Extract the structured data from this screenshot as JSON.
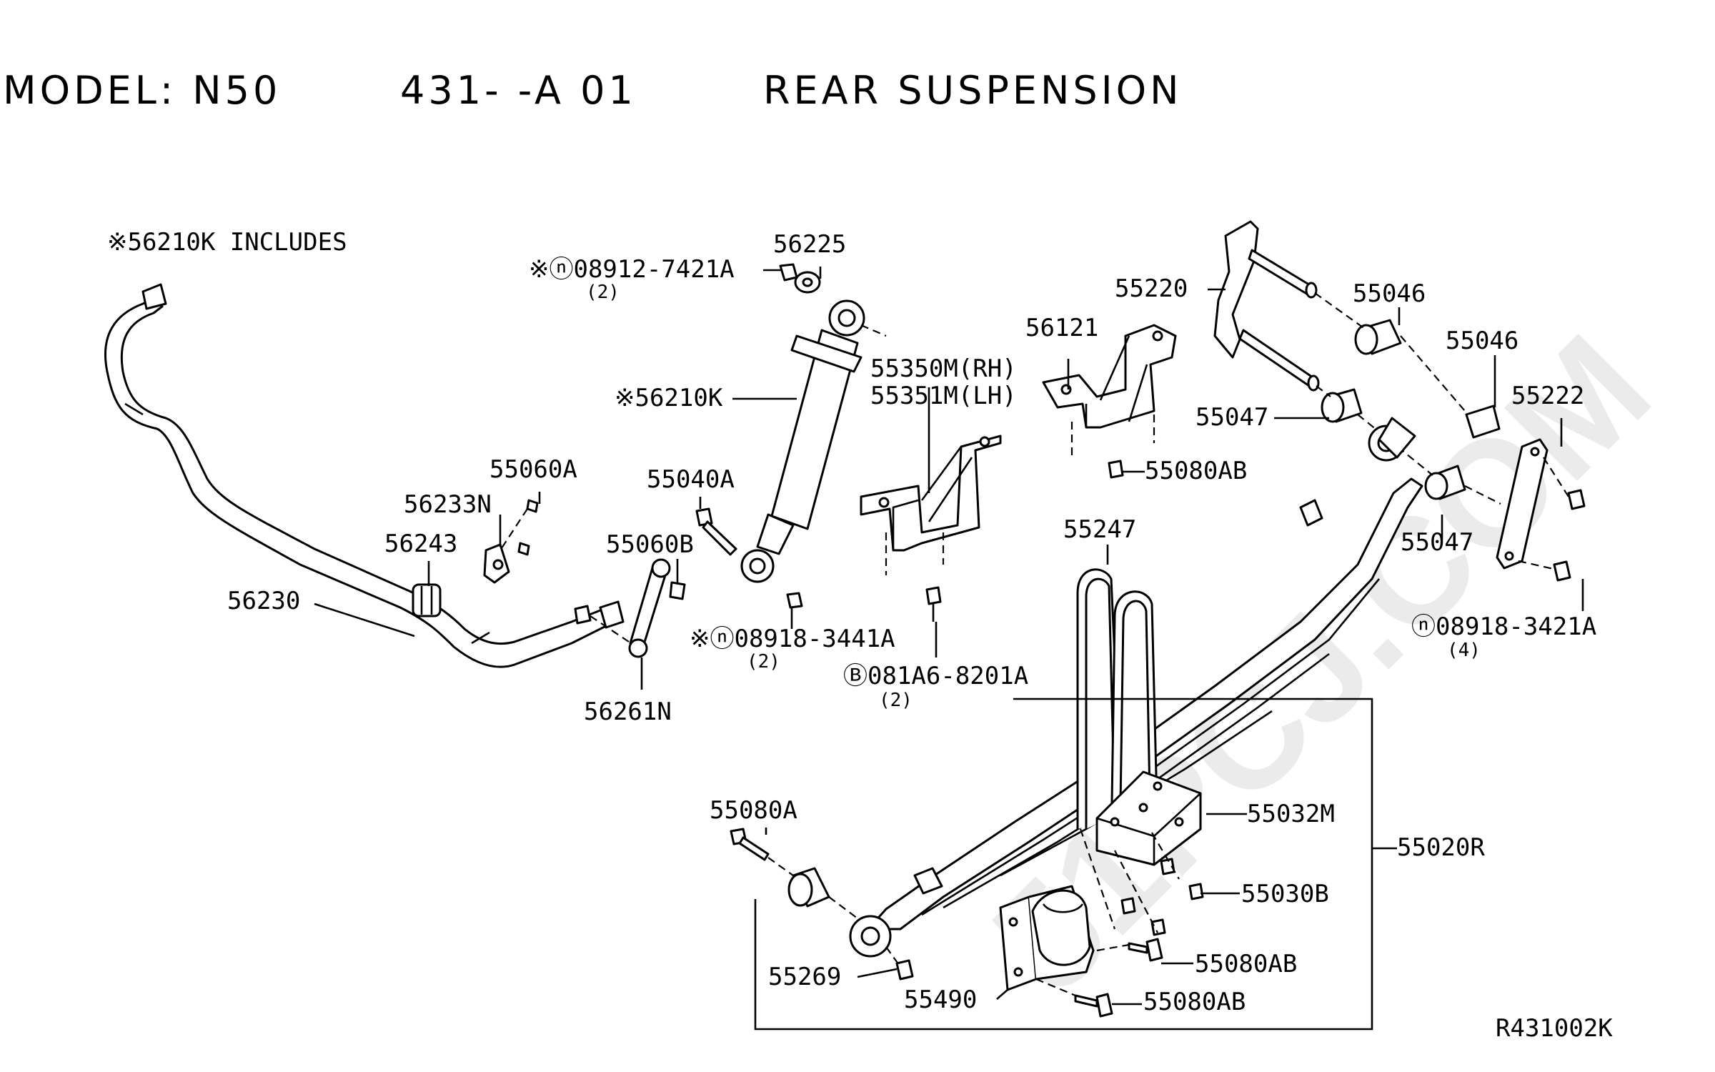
{
  "header": {
    "model": "MODEL: N50",
    "code": "431-  -A 01",
    "title": "REAR SUSPENSION"
  },
  "note": "※56210K INCLUDES",
  "footer_code": "R431002K",
  "watermark": "51PCJ.COM",
  "callouts": [
    {
      "id": "56225",
      "text": "56225"
    },
    {
      "id": "08912_7421A",
      "text": "※ⓝ08912-7421A"
    },
    {
      "id": "08912_qty",
      "text": "(2)"
    },
    {
      "id": "56210K",
      "text": "※56210K"
    },
    {
      "id": "55350M",
      "text": "55350M(RH)"
    },
    {
      "id": "55351M",
      "text": "55351M(LH)"
    },
    {
      "id": "56121",
      "text": "56121"
    },
    {
      "id": "55220",
      "text": "55220"
    },
    {
      "id": "55046a",
      "text": "55046"
    },
    {
      "id": "55046b",
      "text": "55046"
    },
    {
      "id": "55047a",
      "text": "55047"
    },
    {
      "id": "55047b",
      "text": "55047"
    },
    {
      "id": "55222",
      "text": "55222"
    },
    {
      "id": "55080AB_top",
      "text": "55080AB"
    },
    {
      "id": "55060A",
      "text": "55060A"
    },
    {
      "id": "56233N",
      "text": "56233N"
    },
    {
      "id": "56243",
      "text": "56243"
    },
    {
      "id": "56230",
      "text": "56230"
    },
    {
      "id": "55040A",
      "text": "55040A"
    },
    {
      "id": "55060B",
      "text": "55060B"
    },
    {
      "id": "56261N",
      "text": "56261N"
    },
    {
      "id": "08918_3441A",
      "text": "※ⓝ08918-3441A"
    },
    {
      "id": "08918_3441A_qty",
      "text": "(2)"
    },
    {
      "id": "081A6_8201A",
      "text": "Ⓑ081A6-8201A"
    },
    {
      "id": "081A6_qty",
      "text": "(2)"
    },
    {
      "id": "08918_3421A",
      "text": "ⓝ08918-3421A"
    },
    {
      "id": "08918_3421A_qty",
      "text": "(4)"
    },
    {
      "id": "55247",
      "text": "55247"
    },
    {
      "id": "55032M",
      "text": "55032M"
    },
    {
      "id": "55020R",
      "text": "55020R"
    },
    {
      "id": "55030B",
      "text": "55030B"
    },
    {
      "id": "55080A",
      "text": "55080A"
    },
    {
      "id": "55269",
      "text": "55269"
    },
    {
      "id": "55490",
      "text": "55490"
    },
    {
      "id": "55080AB_mid",
      "text": "55080AB"
    },
    {
      "id": "55080AB_bot",
      "text": "55080AB"
    }
  ]
}
